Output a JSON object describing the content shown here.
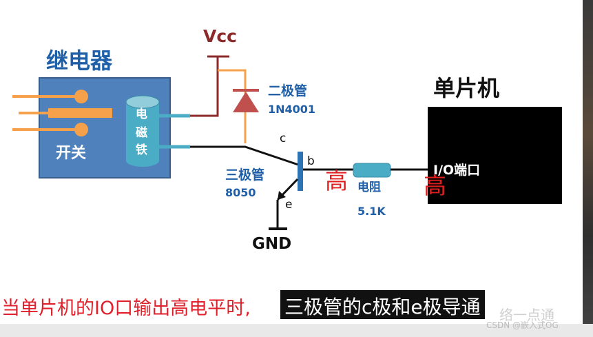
{
  "relay": {
    "title": "继电器",
    "switch_label": "开关",
    "coil_chars": [
      "电",
      "磁",
      "铁"
    ]
  },
  "power": {
    "vcc": "Vcc",
    "gnd": "GND"
  },
  "diode": {
    "name": "二极管",
    "model": "1N4001"
  },
  "transistor": {
    "name": "三极管",
    "model": "8050",
    "pin_c": "c",
    "pin_b": "b",
    "pin_e": "e"
  },
  "resistor": {
    "name": "电阻",
    "value": "5.1K"
  },
  "mcu": {
    "title": "单片机",
    "port": "I/O端口"
  },
  "levels": {
    "high_left": "高",
    "high_right": "高"
  },
  "subtitle": {
    "left": "当单片机的IO口输出高电平时,",
    "right": "三极管的c极和e极导通"
  },
  "watermark": {
    "text": "络一点通",
    "csdn": "CSDN @嵌入式OG"
  },
  "colors": {
    "relay_blue": "#4f81bd",
    "coil_teal": "#4bacc6",
    "vcc_red": "#c0504d",
    "diode_red": "#c0504d",
    "resistor_teal": "#4bacc6",
    "label_blue": "#1f5fa8",
    "orange_line": "#f5a04a",
    "wire_brown": "#8b2a2a",
    "high_red": "#e02020"
  }
}
